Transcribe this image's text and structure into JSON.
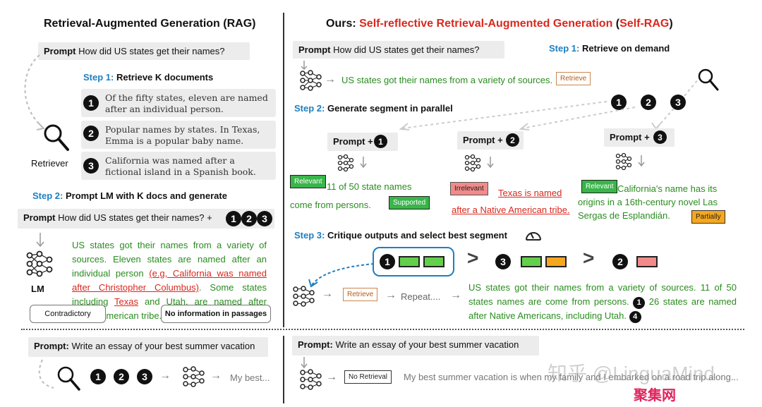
{
  "rag": {
    "title": "Retrieval-Augmented Generation (RAG)",
    "prompt_label": "Prompt",
    "prompt_text": "How did US states get their names?",
    "step1_label": "Step 1:",
    "step1_text": "Retrieve K documents",
    "docs": [
      {
        "num": "1",
        "text": "Of the fifty states, eleven are named after an individual person."
      },
      {
        "num": "2",
        "text": "Popular names by states. In Texas, Emma is a popular baby name."
      },
      {
        "num": "3",
        "text": "California was named after a fictional island in a Spanish book."
      }
    ],
    "retriever_label": "Retriever",
    "step2_label": "Step 2:",
    "step2_text": "Prompt LM with K docs and generate",
    "prompt2_text": "How did US states get their names? +",
    "nums": [
      "1",
      "2",
      "3"
    ],
    "lm_label": "LM",
    "output_a": "US states got their names from a variety of sources. Eleven states are named after an individual person",
    "output_red1": "(e.g, California was named after Christopher Columbus)",
    "output_b": ". Some states including",
    "output_red2": "Texas",
    "output_c": "and Utah, are named after Native American tribe.",
    "tag_contradictory": "Contradictory",
    "tag_noinfo": "No information in passages"
  },
  "selfrag": {
    "title_prefix": "Ours:",
    "title_main": "Self-reflective Retrieval-Augmented Generation",
    "title_paren_open": "(",
    "title_short": "Self-RAG",
    "title_paren_close": ")",
    "prompt_label": "Prompt",
    "prompt_text": "How did US states get their names?",
    "step1_label": "Step 1:",
    "step1_text": "Retrieve on demand",
    "gen_text": "US states got their names from a variety of sources.",
    "tag_retrieve": "Retrieve",
    "step2_label": "Step 2:",
    "step2_text": "Generate segment in parallel",
    "nums": [
      "1",
      "2",
      "3"
    ],
    "prompt_plus": "Prompt +",
    "seg1_tag": "Relevant",
    "seg1_text": "11 of 50 state names come from persons.",
    "seg1_tag2": "Supported",
    "seg2_tag": "Irrelevant",
    "seg2_text": "Texas is named after a Native American tribe.",
    "seg3_tag": "Relevant",
    "seg3_text": "California's name has its origins in a 16th-century novel Las Sergas de Esplandián.",
    "seg3_tag2": "Partially",
    "step3_label": "Step 3:",
    "step3_text": "Critique outputs and select best segment",
    "gt": ">",
    "repeat_text": "Repeat....",
    "final_text_a": "US states got their names from a variety of sources. 11 of 50 states names are come from persons.",
    "final_num1": "1",
    "final_text_b": "26 states are named after Native Americans, including Utah.",
    "final_num2": "4"
  },
  "bottom": {
    "left_prompt_label": "Prompt:",
    "left_prompt_text": "Write an essay of your best summer vacation",
    "left_output": "My best...",
    "right_prompt_label": "Prompt:",
    "right_prompt_text": "Write an essay of your best summer vacation",
    "tag_noretrieval": "No Retrieval",
    "right_output": "My best summer vacation is when my family and I embarked on a road trip along...",
    "arrow": "→"
  },
  "watermark": {
    "line1": "知乎 @LinguaMind",
    "line2": "聚集网"
  },
  "colors": {
    "accent_red": "#d8281e",
    "step_blue": "#1d7fc1",
    "text_green": "#2a8c1f",
    "tag_green": "#39b54a",
    "tag_red": "#f28a8a",
    "tag_orange": "#f4a820"
  }
}
